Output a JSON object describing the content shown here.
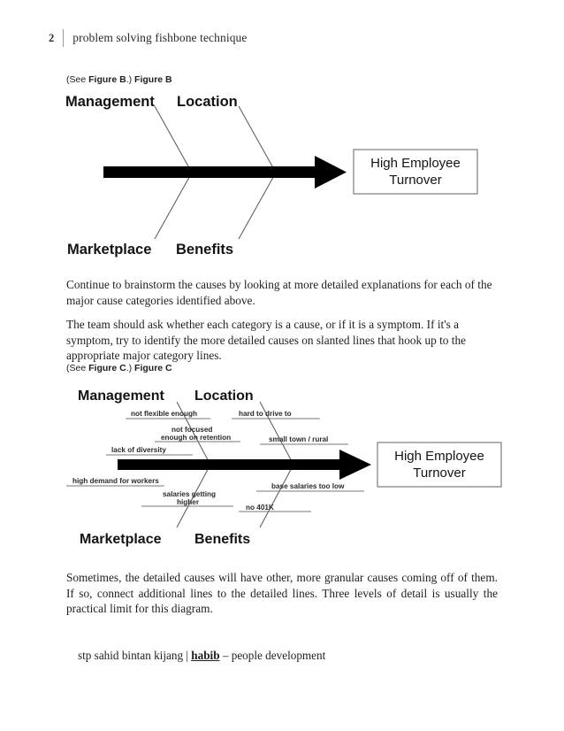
{
  "header": {
    "page_number": "2",
    "title": "problem solving fishbone technique"
  },
  "captions": {
    "figure_b_prefix": "(See ",
    "figure_b_bold1": "Figure B",
    "figure_b_mid": ".) ",
    "figure_b_bold2": "Figure B",
    "figure_c_prefix": "(See ",
    "figure_c_bold1": "Figure C",
    "figure_c_mid": ".) ",
    "figure_c_bold2": "Figure C"
  },
  "paragraphs": {
    "p1": "Continue to brainstorm the causes by looking at more detailed explanations for each of the major cause categories identified above.",
    "p2": "The team should ask whether each category is a cause, or if it is a symptom. If it's a symptom, try to identify the more detailed causes on slanted lines that hook up to the appropriate major category lines.",
    "p3": "Sometimes, the detailed causes will have other, more granular causes coming off of them. If so, connect additional lines to the detailed lines. Three levels of detail is usually the practical limit for this diagram."
  },
  "footer": {
    "text_before": "stp sahid bintan kijang | ",
    "bold_name": "habib",
    "text_after": " – people development"
  },
  "figure_b": {
    "effect_line1": "High Employee",
    "effect_line2": "Turnover",
    "categories_top": [
      "Management",
      "Location"
    ],
    "categories_bottom": [
      "Marketplace",
      "Benefits"
    ]
  },
  "figure_c": {
    "effect_line1": "High Employee",
    "effect_line2": "Turnover",
    "categories_top": [
      "Management",
      "Location"
    ],
    "categories_bottom": [
      "Marketplace",
      "Benefits"
    ],
    "sub_causes": {
      "management": [
        "not flexible enough",
        "not focused",
        "enough on retention",
        "lack of diversity"
      ],
      "location": [
        "hard to drive to",
        "small town / rural"
      ],
      "marketplace": [
        "high demand for workers",
        "salaries getting",
        "higher"
      ],
      "benefits": [
        "base salaries too low",
        "no 401K"
      ]
    }
  },
  "colors": {
    "page_background": "#ffffff",
    "text": "#1f1f1f",
    "bone_line": "#555555",
    "sub_line": "#777777",
    "spine": "#000000",
    "box_border": "#6e6e6e"
  }
}
